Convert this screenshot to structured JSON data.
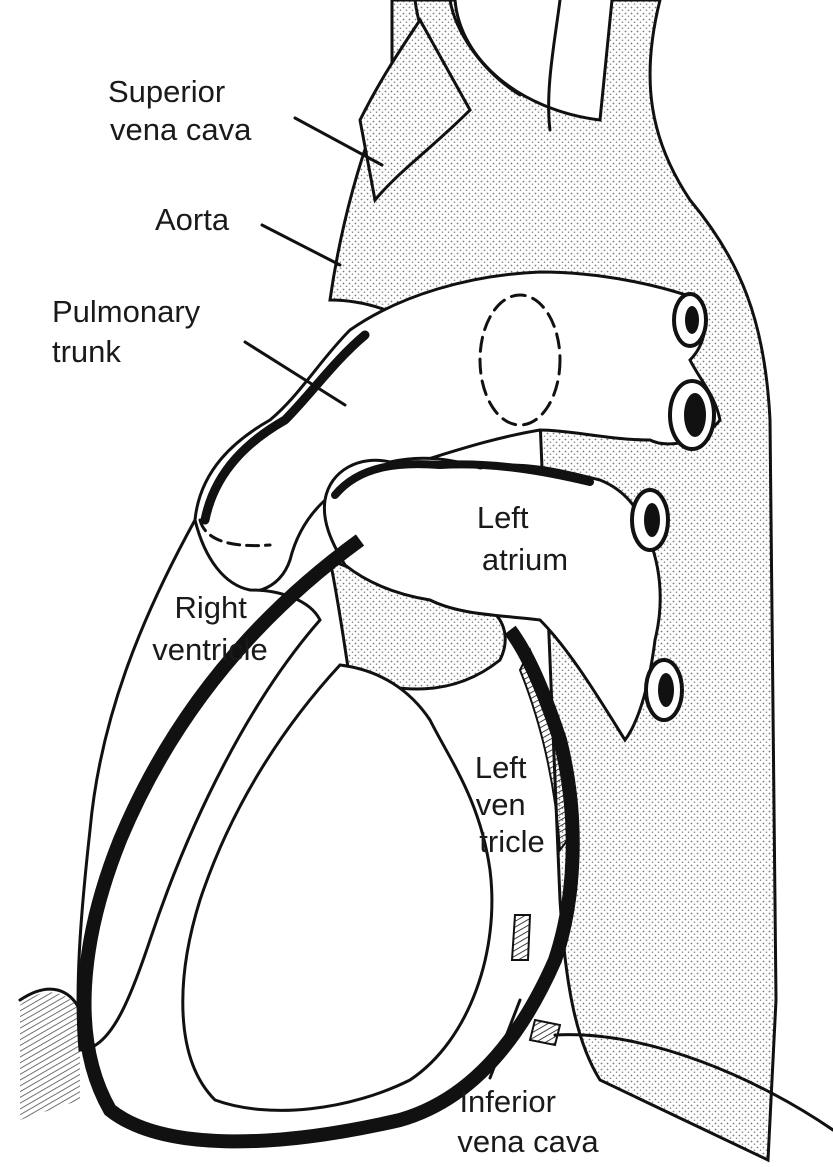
{
  "labels": {
    "superior_vena_cava": [
      "Superior",
      "vena cava"
    ],
    "aorta": [
      "Aorta"
    ],
    "pulmonary_trunk": [
      "Pulmonary",
      "trunk"
    ],
    "left_atrium": [
      "Left",
      "atrium"
    ],
    "right_ventricle": [
      "Right",
      "ventricle"
    ],
    "left_ventricle": [
      "Left",
      "ven",
      "tricle"
    ],
    "inferior_vena_cava": [
      "Inferior",
      "vena cava"
    ]
  },
  "colors": {
    "ink": "#111111",
    "stipple": "#c8c8c8",
    "background": "#ffffff"
  }
}
